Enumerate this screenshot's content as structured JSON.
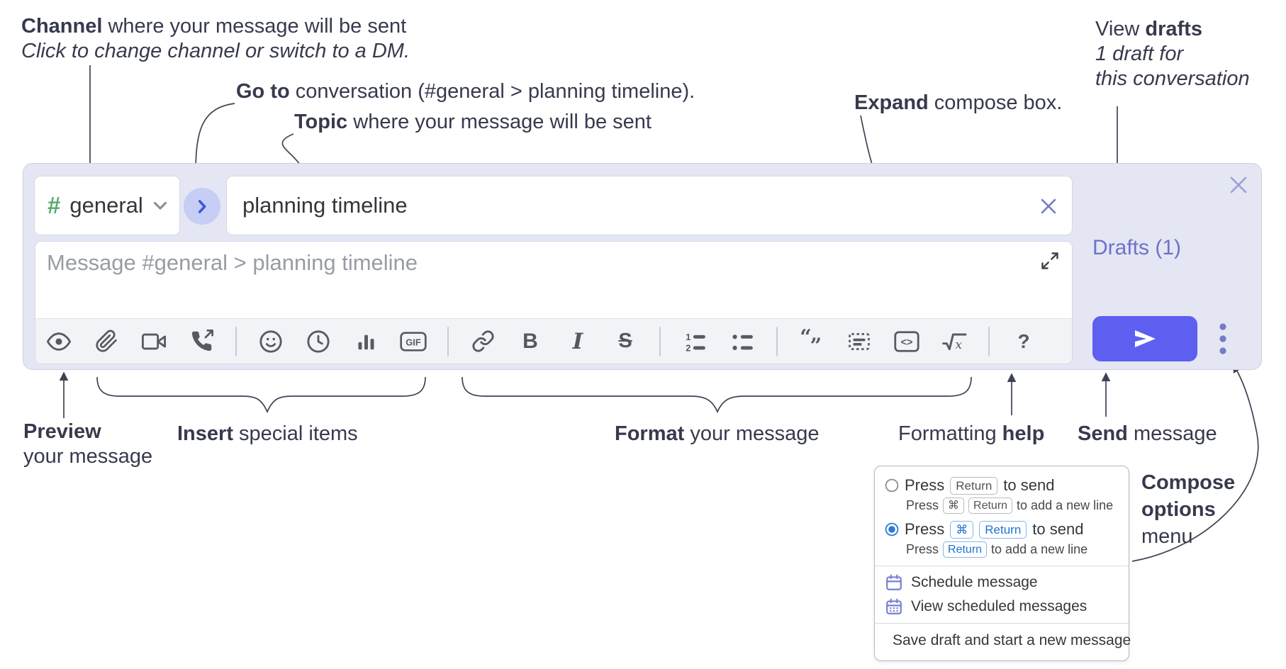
{
  "annotations": {
    "channel": {
      "bold": "Channel",
      "rest": " where your message will be sent",
      "line2": "Click to change channel or switch to a DM."
    },
    "goto": {
      "bold": "Go to",
      "rest": " conversation (#general > planning timeline)."
    },
    "topic": {
      "bold": "Topic",
      "rest": " where your message will be sent"
    },
    "expand": {
      "bold": "Expand",
      "rest": " compose box."
    },
    "view_drafts": {
      "pre": "View ",
      "bold": "drafts",
      "line2": "1 draft for",
      "line3": "this conversation"
    },
    "preview": {
      "bold": "Preview",
      "line2": "your message"
    },
    "insert": {
      "bold": "Insert",
      "rest": " special items"
    },
    "format": {
      "bold": "Format",
      "rest": " your message"
    },
    "formatting_help": {
      "pre": "Formatting ",
      "bold": "help"
    },
    "send": {
      "bold": "Send",
      "rest": " message"
    },
    "compose_options": {
      "line1": "Compose",
      "line2": "options",
      "line3": "menu"
    }
  },
  "compose": {
    "channel_hash": "#",
    "channel_name": "general",
    "topic_value": "planning timeline",
    "message_placeholder": "Message #general > planning timeline",
    "drafts_label": "Drafts (1)"
  },
  "toolbar": {
    "gif_label": "GIF",
    "bold_glyph": "B",
    "italic_glyph": "I",
    "strike_glyph": "S",
    "code_glyph": "<>",
    "math_x": "x",
    "help_glyph": "?",
    "ol_one": "1",
    "ol_two": "2",
    "quote_open": "“",
    "quote_close": "”"
  },
  "popup": {
    "press": "Press",
    "return_key": "Return",
    "cmd_key": "⌘",
    "to_send": "to send",
    "new_line": "to add a new line",
    "items": [
      "Schedule message",
      "View scheduled messages",
      "Save draft and start a new message"
    ]
  },
  "colors": {
    "container_bg": "#e4e6f4",
    "send_accent": "#5c5ff0",
    "drafts_link": "#6d72c9",
    "channel_hash_green": "#58a96e",
    "kbd_blue": "#1d72d4",
    "radio_blue": "#2b7cd3",
    "menu_icon_purple": "#7a7ed2",
    "annotation_ink": "#373a4d"
  }
}
